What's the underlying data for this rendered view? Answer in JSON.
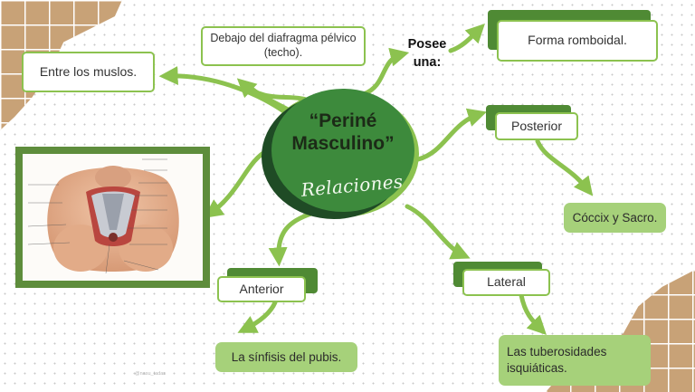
{
  "title": {
    "line1": "“Periné",
    "line2": "Masculino”",
    "subtitle": "Relaciones"
  },
  "posee": {
    "line1": "Posee",
    "line2": "una:"
  },
  "nodes": {
    "thighs": "Entre los muslos.",
    "diaphragm_line1": "Debajo del diafragma pélvico",
    "diaphragm_line2": "(techo).",
    "shape": "Forma romboidal.",
    "posterior": "Posterior",
    "posterior_detail": "Cóccix y Sacro.",
    "lateral": "Lateral",
    "lateral_detail_line1": "Las tuberosidades",
    "lateral_detail_line2": "isquiáticas.",
    "anterior": "Anterior",
    "anterior_detail": "La sínfisis del pubis."
  },
  "credit": "@nasu_tadas",
  "colors": {
    "accent_light": "#8cc24f",
    "accent_dark": "#4f8a34",
    "circle_dark": "#3d8a3c",
    "detail_fill": "#a6d17a",
    "corner_fill": "#c8a277"
  }
}
